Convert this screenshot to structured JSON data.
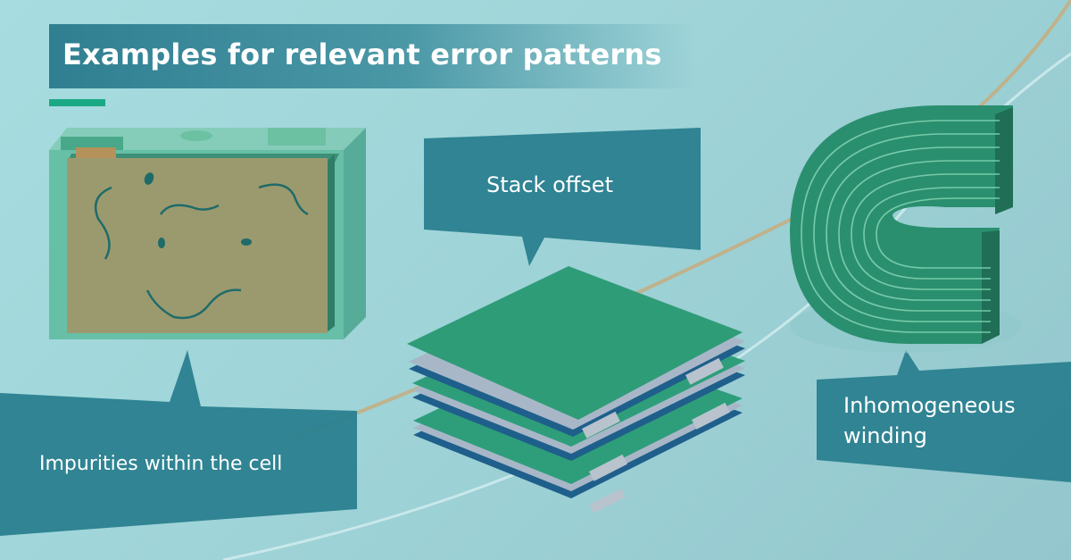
{
  "title": "Examples for relevant error patterns",
  "labels": {
    "stack_offset": "Stack offset",
    "impurities": "Impurities within the cell",
    "inhomogeneous_line1": "Inhomogeneous",
    "inhomogeneous_line2": "winding"
  },
  "colors": {
    "background": "#a7dde0",
    "callout": "#2a7f8f",
    "accent": "#1aa985",
    "layer_green": "#2e9e7a",
    "layer_blue": "#1f5f8b"
  }
}
